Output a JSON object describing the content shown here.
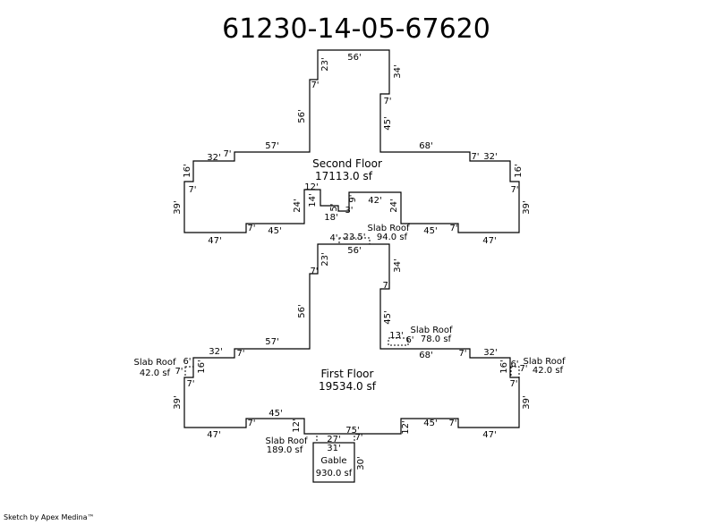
{
  "title": "61230-14-05-67620",
  "footer": "Sketch by Apex Medina™",
  "second_floor": {
    "name": "Second Floor",
    "area": "17113.0 sf",
    "dims": {
      "top": "56'",
      "top_left": "23'",
      "step_left": "7'",
      "left_upper": "56'",
      "left_wing_top": "57'",
      "left_step": "7'",
      "left_32": "32'",
      "left_16": "16'",
      "left_7": "7'",
      "left_39": "39'",
      "bottom_left": "47'",
      "bottom_7": "7'",
      "bottom_45": "45'",
      "inner_24": "24'",
      "inner_12": "12'",
      "inner_14": "14'",
      "inner_5": "5'",
      "inner_18": "18'",
      "inner_9": "9'",
      "inner_3": "3'",
      "inner_42": "42'",
      "inner_24r": "24'",
      "bottom_45r": "45'",
      "bottom_7r": "7'",
      "bottom_right": "47'",
      "right_39": "39'",
      "right_7": "7'",
      "right_16": "16'",
      "right_32": "32'",
      "right_step": "7'",
      "right_wing_top": "68'",
      "right_upper": "45'",
      "step_right": "7'",
      "top_right": "34'"
    }
  },
  "first_floor": {
    "name": "First Floor",
    "area": "19534.0 sf",
    "dims": {
      "top": "56'",
      "top_left": "23'",
      "step_left": "7'",
      "left_upper": "56'",
      "left_wing_top": "57'",
      "left_step": "7'",
      "left_32": "32'",
      "left_16": "16'",
      "left_7": "7'",
      "left_39": "39'",
      "bottom_left": "47'",
      "bottom_7": "7'",
      "bottom_45": "45'",
      "bottom_12": "12'",
      "bottom_75": "75'",
      "bottom_12r": "12'",
      "bottom_45r": "45'",
      "bottom_7r": "7'",
      "bottom_right": "47'",
      "right_39": "39'",
      "right_7": "7'",
      "right_16": "16'",
      "right_32": "32'",
      "right_step": "7'",
      "right_wing_top": "68'",
      "right_upper": "45'",
      "step_right": "7'",
      "top_right": "34'"
    }
  },
  "slab_roofs": [
    {
      "name": "Slab Roof",
      "area": "94.0 sf",
      "dim_a": "23.5'",
      "dim_b": "4'"
    },
    {
      "name": "Slab Roof",
      "area": "78.0 sf",
      "dim_a": "13'",
      "dim_b": "6'"
    },
    {
      "name": "Slab Roof",
      "area": "42.0 sf",
      "dim_a": "6'",
      "dim_b": "7'"
    },
    {
      "name": "Slab Roof",
      "area": "42.0 sf",
      "dim_a": "6'",
      "dim_b": "7'"
    },
    {
      "name": "Slab Roof",
      "area": "189.0 sf",
      "dim_a": "27'",
      "dim_b": "7'"
    }
  ],
  "gable": {
    "name": "Gable",
    "area": "930.0 sf",
    "dim_a": "31'",
    "dim_b": "30'"
  }
}
